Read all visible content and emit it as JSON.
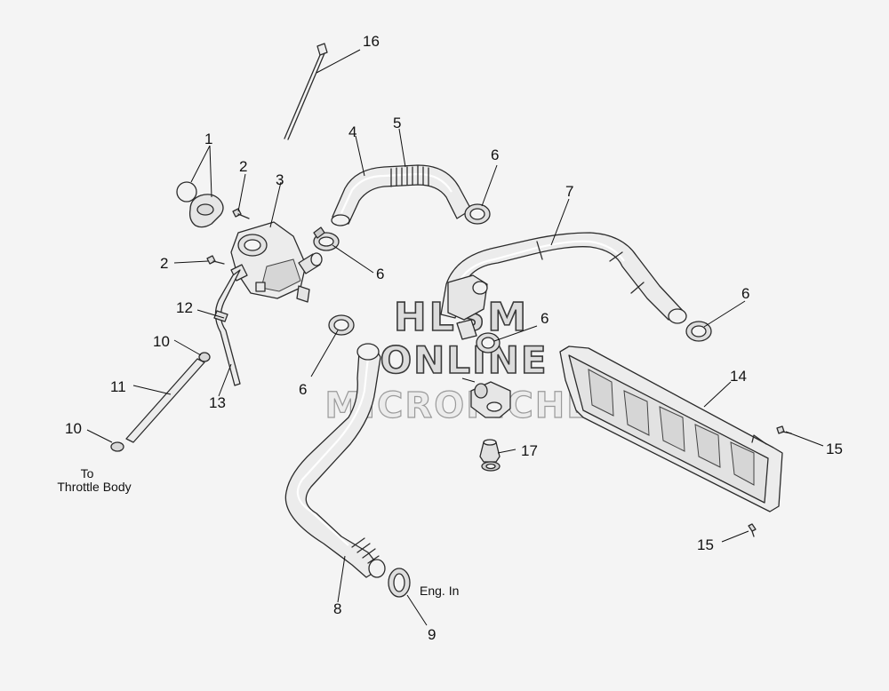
{
  "callouts": [
    "1",
    "2",
    "2",
    "3",
    "4",
    "5",
    "6",
    "6",
    "6",
    "6",
    "6",
    "7",
    "8",
    "9",
    "10",
    "10",
    "11",
    "12",
    "13",
    "14",
    "15",
    "15",
    "16",
    "17"
  ],
  "notes": {
    "to": "To",
    "throttle_body": "Throttle Body",
    "eng_in": "Eng. In"
  },
  "watermark": {
    "line1": "HLSM",
    "line2": "ONLINE",
    "line3": "MICROFICHE"
  },
  "colors": {
    "background": "#f4f4f4",
    "line": "#2b2b2b",
    "part_fill": "#ececec",
    "shade": "#d6d6d6"
  }
}
